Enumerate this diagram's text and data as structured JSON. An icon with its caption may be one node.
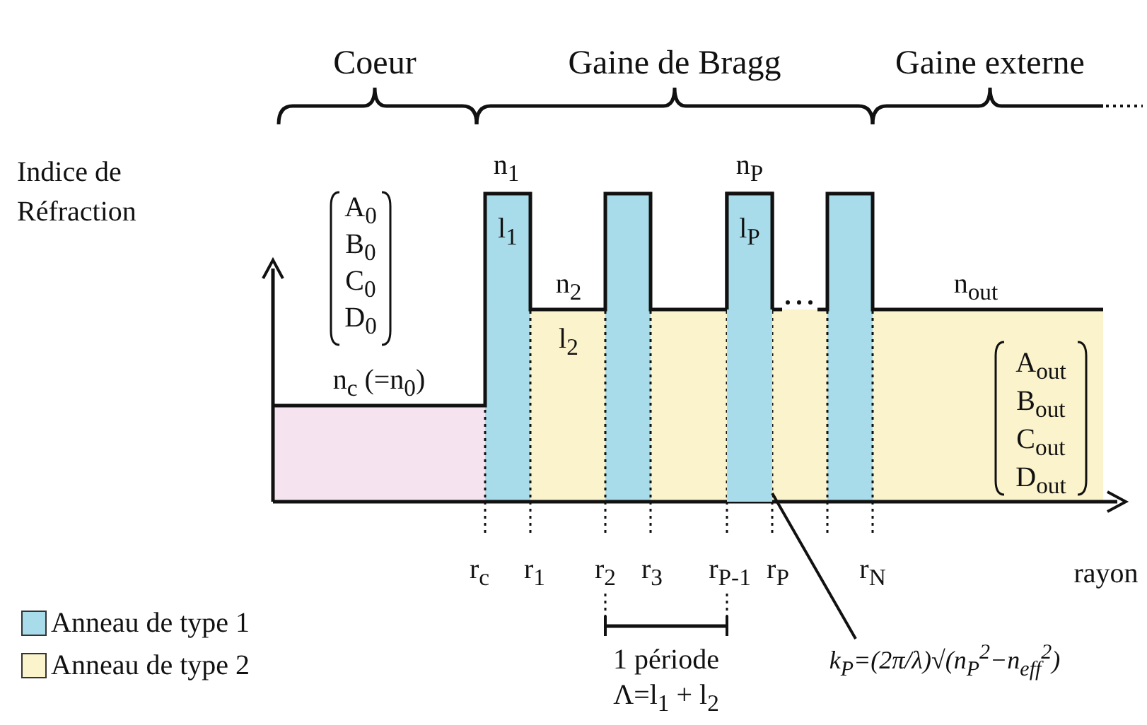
{
  "diagram": {
    "nodes": [
      {
        "text": [
          "k$_{P}$=(2π/λ)√(n$_{P}$$^{2}$−n$_{eff}$$^{2}$)"
        ]
      },
      {
        "text": [],
        "shape": "bar"
      }
    ],
    "edges": [
      {
        "from": 0,
        "to": 1,
        "arrow": "none"
      }
    ],
    "labels": [
      "Coeur",
      "Gaine de Bragg",
      "Gaine externe",
      "Indice de Réfraction",
      "n$_{1}$",
      "n$_{P}$",
      "A$_{0}$",
      "B$_{0}$",
      "C$_{0}$",
      "D$_{0}$",
      "l$_{1}$",
      "l$_{P}$",
      "n$_{2}$",
      "l$_{2}$",
      "n$_{out}$",
      "A$_{out}$",
      "B$_{out}$",
      "C$_{out}$",
      "D$_{out}$",
      "n$_{c}$ (=n$_{0}$)",
      "r$_{c}$",
      "r$_{1}$",
      "r$_{2}$",
      "r$_{3}$",
      "r$_{P-1}$",
      "r$_{P}$",
      "r$_{N}$",
      "rayon",
      "1 période",
      "Λ=l$_{1}$ + l$_{2}$"
    ],
    "legend": [
      {
        "text": "Anneau de type 1",
        "color": "#a8dcea"
      },
      {
        "text": "Anneau de type 2",
        "color": "#fbf3cc"
      }
    ]
  }
}
